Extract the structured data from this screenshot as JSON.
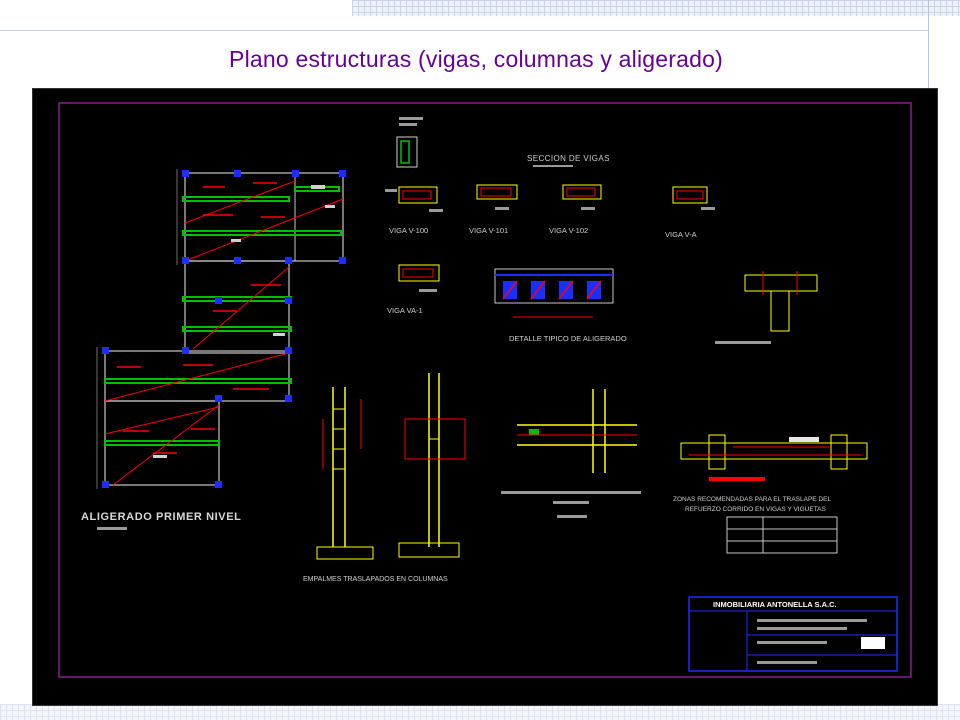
{
  "slide": {
    "title": "Plano estructuras (vigas, columnas y aligerado)"
  },
  "drawing": {
    "section_title": "SECCION DE VIGAS",
    "beams": [
      "VIGA V-100",
      "VIGA V-101",
      "VIGA V-102",
      "VIGA V-A",
      "VIGA VA-1"
    ],
    "slab_detail_label": "DETALLE TIPICO DE ALIGERADO",
    "plan_label": "ALIGERADO PRIMER NIVEL",
    "splice_label": "EMPALMES TRASLAPADOS EN COLUMNAS",
    "splice_zones_line1": "ZONAS RECOMENDADAS PARA EL TRASLAPE DEL",
    "splice_zones_line2": "REFUERZO CORRIDO EN VIGAS Y VIGUETAS",
    "title_block_company": "INMOBILIARIA ANTONELLA S.A.C.",
    "colors": {
      "background": "#000000",
      "frame": "#8a1f8a",
      "beam_axis": "#ff0000",
      "rebar": "#ffff00",
      "slab_strip": "#00c000",
      "column": "#1a2fff",
      "linework": "#c8c8c8"
    }
  }
}
